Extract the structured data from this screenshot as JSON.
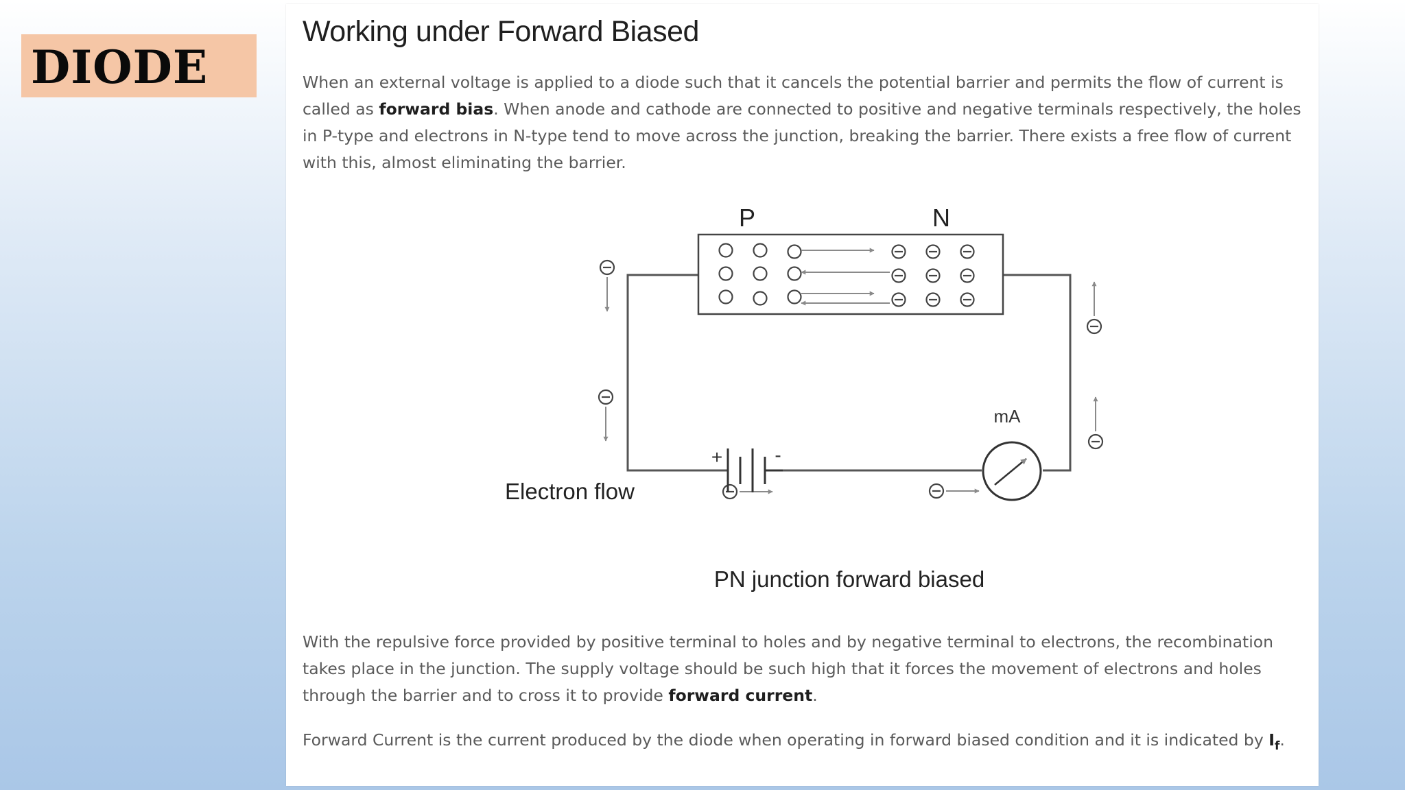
{
  "slide": {
    "title": "DIODE"
  },
  "article": {
    "heading": "Working under Forward Biased",
    "p1": {
      "t1": "When an external voltage is applied to a diode such that it cancels the potential barrier and permits the flow of current is called as ",
      "b1": "forward bias",
      "t2": ". When anode and cathode are connected to positive and negative terminals respectively, the holes in P-type and electrons in N-type tend to move across the junction, breaking the barrier. There exists a free flow of current with this, almost eliminating the barrier."
    },
    "p2": {
      "t1": "With the repulsive force provided by positive terminal to holes and by negative terminal to electrons, the recombination takes place in the junction. The supply voltage should be such high that it forces the movement of electrons and holes through the barrier and to cross it to provide ",
      "b1": "forward current",
      "t2": "."
    },
    "p3": {
      "t1": "Forward Current is the current produced by the diode when operating in forward biased condition and it is indicated by ",
      "symbol": "I",
      "symbol_sub": "f",
      "t2": "."
    }
  },
  "diagram": {
    "label_p": "P",
    "label_n": "N",
    "meter_label": "mA",
    "electron_flow_label": "Electron flow",
    "battery_plus": "+",
    "battery_minus": "-",
    "caption": "PN junction forward biased"
  }
}
